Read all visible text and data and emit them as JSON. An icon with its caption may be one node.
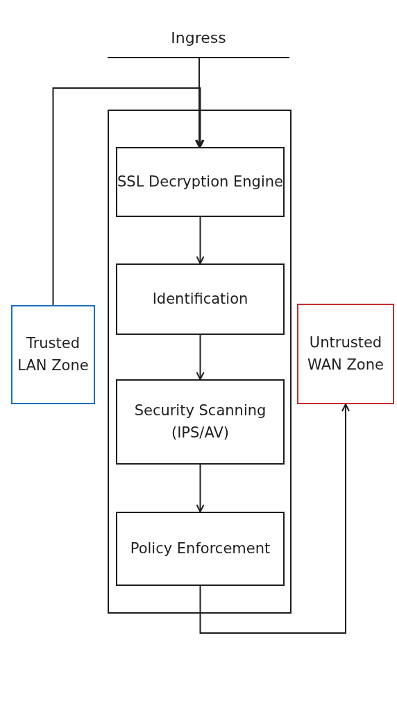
{
  "diagram": {
    "nodes": [
      {
        "text": [
          "Ingress"
        ]
      },
      {
        "text": [],
        "shape": "box"
      },
      {
        "text": [
          "SSL Decryption Engine"
        ],
        "in": 1
      },
      {
        "text": [
          "Identification"
        ],
        "in": 1
      },
      {
        "text": [
          "Security Scanning (IPS/AV)"
        ],
        "in": 1
      },
      {
        "text": [
          "Policy Enforcement"
        ],
        "in": 1
      },
      {
        "text": [
          "Trusted LAN Zone"
        ]
      },
      {
        "text": [
          "Untrusted WAN Zone"
        ]
      }
    ],
    "edges": [
      {
        "from": 0,
        "to": 2,
        "arrow": "to"
      },
      {
        "from": 2,
        "to": 3,
        "arrow": "to"
      },
      {
        "from": 3,
        "to": 4,
        "arrow": "to"
      },
      {
        "from": 4,
        "to": 5,
        "arrow": "to"
      },
      {
        "from": 6,
        "to": 2,
        "arrow": "to"
      },
      {
        "from": 5,
        "to": 7,
        "arrow": "to"
      }
    ]
  }
}
